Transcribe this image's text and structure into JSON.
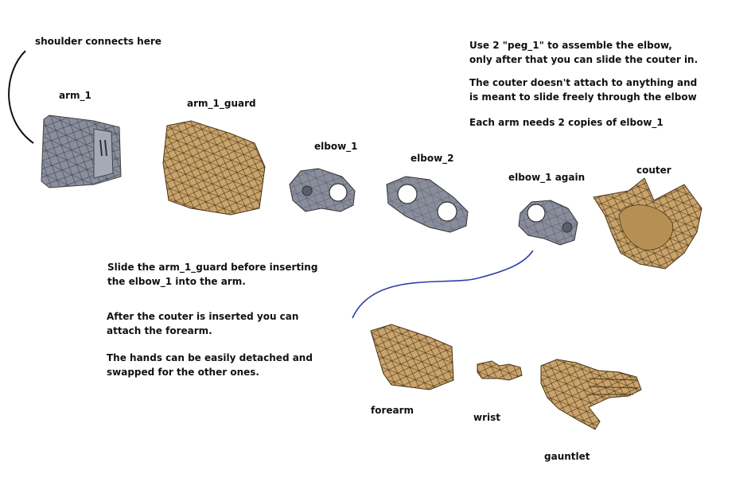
{
  "labels": {
    "shoulder": "shoulder connects here",
    "arm_1": "arm_1",
    "arm_1_guard": "arm_1_guard",
    "elbow_1": "elbow_1",
    "elbow_2": "elbow_2",
    "elbow_1_again": "elbow_1 again",
    "couter": "couter",
    "forearm": "forearm",
    "wrist": "wrist",
    "gauntlet": "gauntlet"
  },
  "notes": {
    "top_right": [
      "Use 2 \"peg_1\" to assemble the elbow,",
      "only after that you can slide the couter in.",
      "The couter doesn't attach to anything and",
      "is meant to slide freely through the elbow",
      "Each arm needs 2 copies of elbow_1"
    ],
    "guard": [
      "Slide the arm_1_guard before inserting",
      "the elbow_1 into the arm."
    ],
    "forearm": [
      "After the couter is inserted you can",
      "attach the forearm."
    ],
    "hands": [
      "The hands can be easily detached and",
      "swapped for the other ones."
    ]
  },
  "colors": {
    "gray_part": "#8a8e9c",
    "gold_part": "#c9a36a",
    "mesh_line": "#2a2a2a",
    "connector_line": "#2d3fa8"
  }
}
